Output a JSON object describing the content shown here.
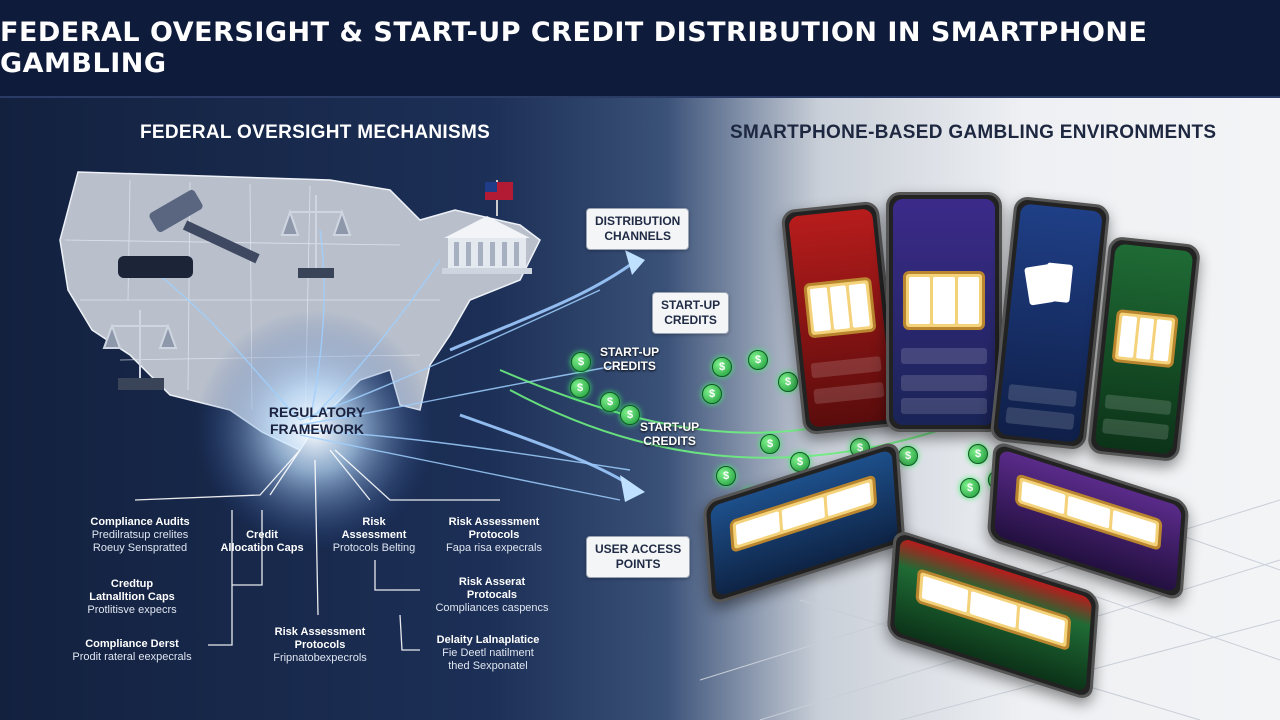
{
  "title": "FEDERAL OVERSIGHT & START-UP CREDIT DISTRIBUTION IN SMARTPHONE GAMBLING",
  "left_heading": "FEDERAL OVERSIGHT MECHANISMS",
  "right_heading": "SMARTPHONE-BASED GAMBLING ENVIRONMENTS",
  "center_label": "REGULATORY\nFRAMEWORK",
  "pills": {
    "distribution": "DISTRIBUTION\nCHANNELS",
    "startup": "START-UP\nCREDITS",
    "user_access": "USER ACCESS\nPOINTS"
  },
  "flow_labels": [
    "START-UP\nCREDITS",
    "START-UP\nCREDITS"
  ],
  "nodes": [
    {
      "title": "Compliance Audits",
      "sub": "Predilratsup crelites\nRoeuy Senspratted"
    },
    {
      "title": "Credit\nAllocation Caps",
      "sub": ""
    },
    {
      "title": "Risk\nAssessment",
      "sub": "Protocols Belting"
    },
    {
      "title": "Risk Assessment\nProtocols",
      "sub": "Fapa risa expecrals"
    },
    {
      "title": "Credtup\nLatnalltion Caps",
      "sub": "Protlitisve expecrs"
    },
    {
      "title": "Risk Asserat\nProtocals",
      "sub": "Compliances caspencs"
    },
    {
      "title": "Compliance Derst",
      "sub": "Prodit rateral eexpecrals"
    },
    {
      "title": "Risk Assessment\nProtocols",
      "sub": "Fripnatobexpecrols"
    },
    {
      "title": "Delaity Lalnaplatice",
      "sub": "Fie Deetl natilment\nthed Sexponatel"
    }
  ],
  "coin_symbol": "$",
  "colors": {
    "banner": "#0f1b3a",
    "coin_green": "#2ecc5a",
    "flow_blue": "#8fc7ff"
  }
}
